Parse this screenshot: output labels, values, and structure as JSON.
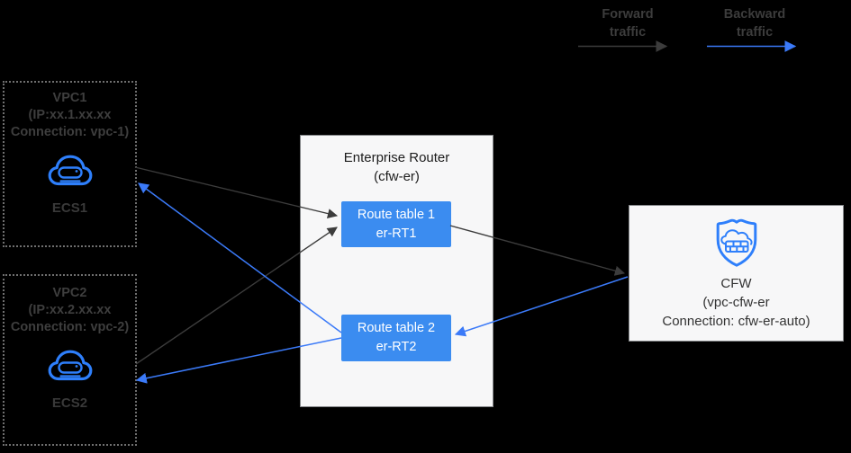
{
  "legend": {
    "forward_label": "Forward traffic",
    "backward_label": "Backward traffic"
  },
  "vpc1": {
    "title": "VPC1",
    "ip_line": "(IP:xx.1.xx.xx",
    "connection_line": "Connection: vpc-1)",
    "ecs_label": "ECS1",
    "icon": "ecs-cloud-icon"
  },
  "vpc2": {
    "title": "VPC2",
    "ip_line": "(IP:xx.2.xx.xx",
    "connection_line": "Connection: vpc-2)",
    "ecs_label": "ECS2",
    "icon": "ecs-cloud-icon"
  },
  "enterprise_router": {
    "title": "Enterprise Router",
    "subtitle": "(cfw-er)",
    "route_table_1_line1": "Route table 1",
    "route_table_1_line2": "er-RT1",
    "route_table_2_line1": "Route table 2",
    "route_table_2_line2": "er-RT2"
  },
  "cfw": {
    "title": "CFW",
    "line2": "(vpc-cfw-er",
    "line3": "Connection: cfw-er-auto)",
    "icon": "cfw-shield-icon"
  },
  "colors": {
    "background": "#000000",
    "forward_arrow": "#3c3c3c",
    "backward_arrow": "#3b7af8",
    "route_table_fill": "#3b8cf0",
    "icon_blue": "#2e7ffb",
    "panel_fill": "#f7f7f8",
    "vpc_text": "#3e3e3e",
    "dotted_border": "#6f6f6f"
  },
  "connections": [
    {
      "from": "vpc1-ecs",
      "to": "er-route-table-1",
      "type": "forward"
    },
    {
      "from": "vpc2-ecs",
      "to": "er-route-table-1",
      "type": "forward"
    },
    {
      "from": "er-route-table-1",
      "to": "cfw",
      "type": "forward"
    },
    {
      "from": "cfw",
      "to": "er-route-table-2",
      "type": "backward"
    },
    {
      "from": "er-route-table-2",
      "to": "vpc1-ecs",
      "type": "backward"
    },
    {
      "from": "er-route-table-2",
      "to": "vpc2-ecs",
      "type": "backward"
    }
  ]
}
